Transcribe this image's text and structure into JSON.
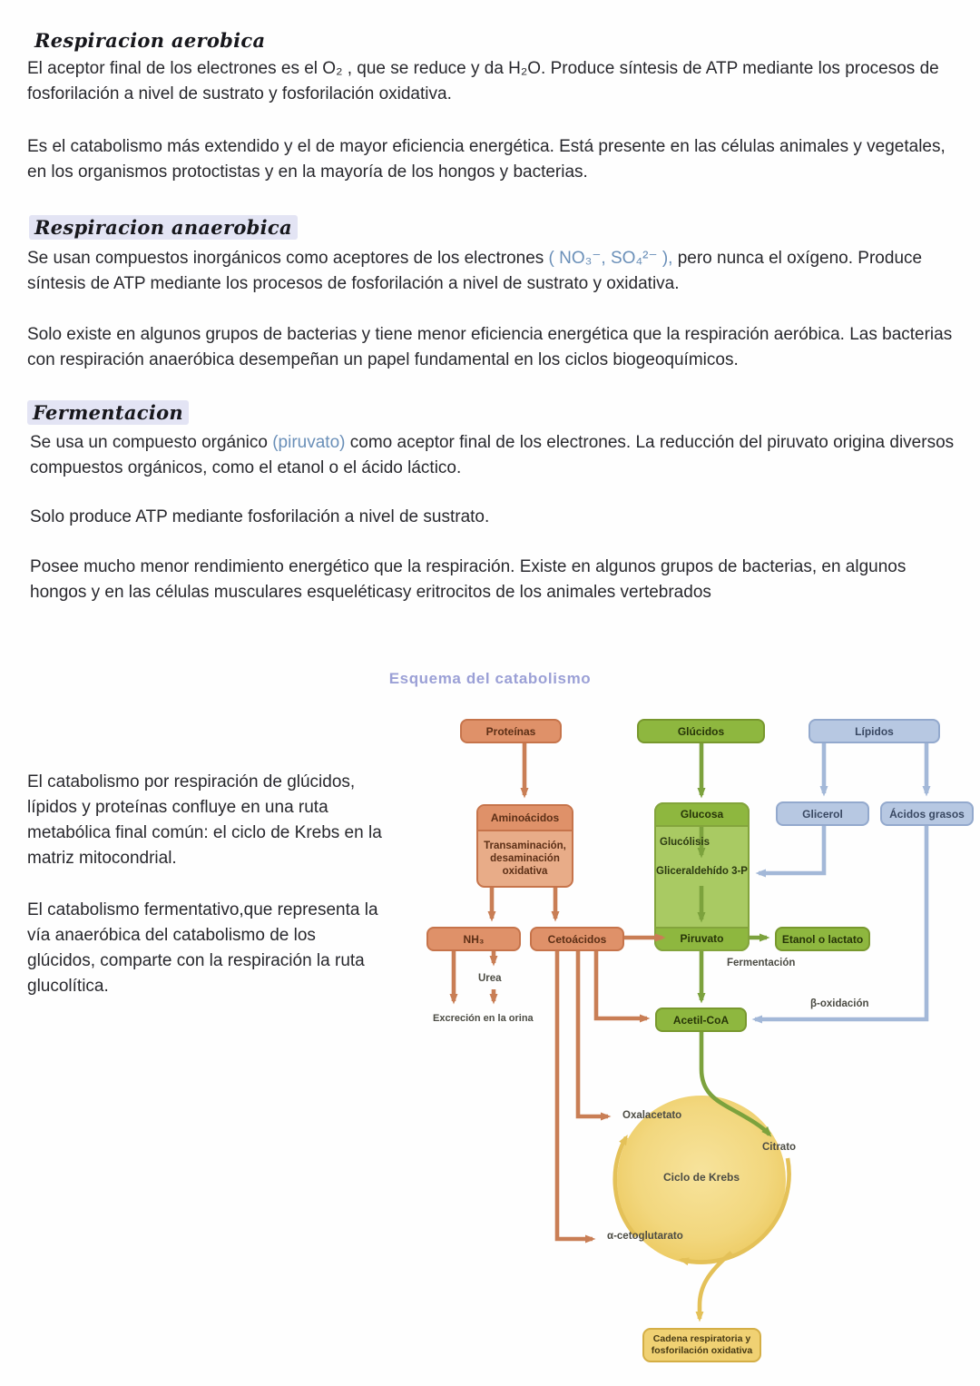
{
  "colors": {
    "heading_text": "#17171c",
    "body_text": "#28282d",
    "chem_blue": "#6a8fb8",
    "title_lavender": "#9ba0d6",
    "heading_highlight": "#e3e4f4",
    "orange_fill": "#df9169",
    "orange_light_fill": "#e8ac88",
    "orange_border": "#c6744b",
    "orange_arrow": "#c97e55",
    "green_fill": "#8eb73f",
    "green_light_fill": "#a9ca63",
    "green_border": "#78982e",
    "green_arrow": "#7ca23d",
    "blue_fill": "#b7c8e2",
    "blue_border": "#93a9cd",
    "blue_arrow": "#a3b8d8",
    "yellow_fill": "#f0d173",
    "yellow_border": "#d4ae45",
    "yellow_arrow": "#e4c158"
  },
  "sections": [
    {
      "heading": "Respiracion aerobica",
      "p1": "El aceptor final de los electrones es el O₂ , que se reduce y da H₂O. Produce síntesis de ATP mediante los procesos de fosforilación a nivel de sustrato y fosforilación oxidativa.",
      "p2": "Es el catabolismo más extendido y el de mayor eficiencia energética. Está presente en las células animales y vegetales, en los organismos protoctistas y en la mayoría de los hongos y bacterias."
    },
    {
      "heading": "Respiracion anaerobica",
      "p1_pre": "Se usan compuestos inorgánicos como aceptores de los electrones ",
      "p1_blue": "( NO₃⁻, SO₄²⁻ ),",
      "p1_post": " pero nunca el oxígeno. Produce síntesis de ATP mediante los procesos de fosforilación a nivel de sustrato y oxidativa.",
      "p2": "Solo existe en algunos grupos de bacterias y tiene menor eficiencia energética que la respiración aeróbica. Las bacterias con respiración anaeróbica desempeñan un papel fundamental en los ciclos biogeoquímicos."
    },
    {
      "heading": "Fermentacion",
      "p1_pre": "Se usa un compuesto orgánico ",
      "p1_blue": "(piruvato)",
      "p1_post": " como aceptor final de los electrones. La reducción del piruvato origina diversos compuestos orgánicos, como el etanol o el ácido láctico.",
      "p2": "Solo produce ATP mediante fosforilación a nivel de sustrato.",
      "p3": "Posee mucho menor rendimiento energético que la respiración. Existe en algunos grupos de bacterias, en algunos hongos y en las células musculares esqueléticasy eritrocitos de los animales vertebrados"
    }
  ],
  "side_notes": {
    "p1": "El catabolismo por respiración de glúcidos, lípidos y proteínas confluye en una ruta metabólica final común: el ciclo de Krebs en la matriz mitocondrial.",
    "p2": "El catabolismo fermentativo,que representa la vía anaeróbica del catabolismo de los glúcidos, comparte con la respiración la ruta glucolítica."
  },
  "diagram": {
    "title": "Esquema del catabolismo",
    "boxes": {
      "proteinas": "Proteínas",
      "glucidos": "Glúcidos",
      "lipidos": "Lípidos",
      "aminoacidos": "Aminoácidos",
      "transaminacion": "Transaminación, desaminación oxidativa",
      "glucosa": "Glucosa",
      "glucolisis": "Glucólisis",
      "gliceraldehido": "Gliceraldehído 3-P",
      "piruvato": "Piruvato",
      "glicerol": "Glicerol",
      "acidos_grasos": "Ácidos grasos",
      "nh3": "NH₃",
      "cetoacidos": "Cetoácidos",
      "etanol": "Etanol o lactato",
      "acetil_coa": "Acetil-CoA",
      "cadena": "Cadena respiratoria y fosforilación oxidativa"
    },
    "labels": {
      "urea": "Urea",
      "excrecion": "Excreción en la orina",
      "fermentacion": "Fermentación",
      "beta_oxidacion": "β-oxidación",
      "oxalacetato": "Oxalacetato",
      "citrato": "Citrato",
      "ciclo_krebs": "Ciclo de Krebs",
      "alfa_cetoglutarato": "α-cetoglutarato"
    }
  }
}
